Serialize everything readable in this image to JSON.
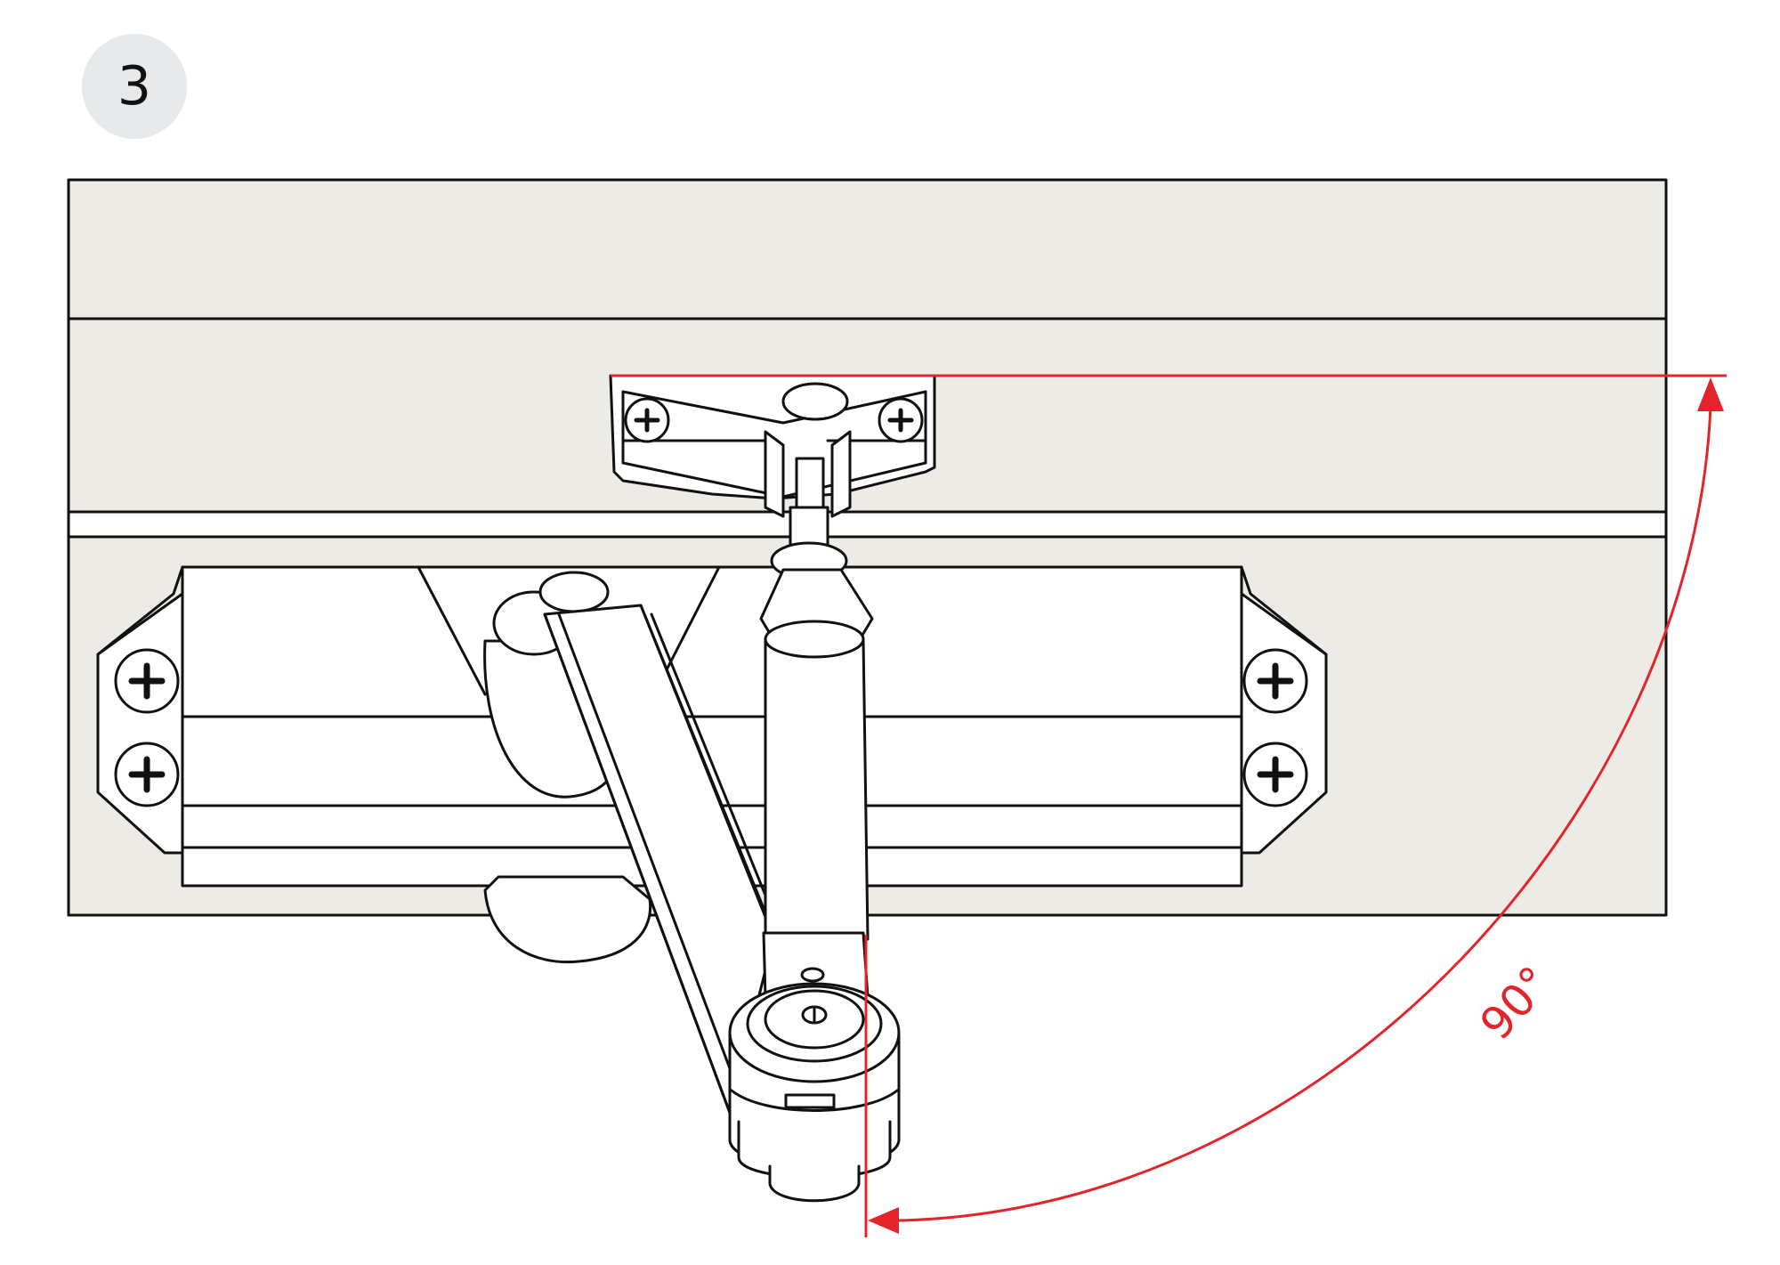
{
  "step": {
    "number": "3"
  },
  "diagram": {
    "subject": "door closer installation - arm at 90 degree opening",
    "angle_label": "90°",
    "colors": {
      "panel_fill": "#ecebe5",
      "line": "#111111",
      "part_fill": "#ffffff",
      "dimension": "#e3242b",
      "badge": "#e8e9ea"
    },
    "parts": [
      "door-frame",
      "door-panel",
      "mounting-bracket",
      "closer-body",
      "main-arm",
      "forearm",
      "pivot-spindle",
      "mounting-screws"
    ]
  }
}
